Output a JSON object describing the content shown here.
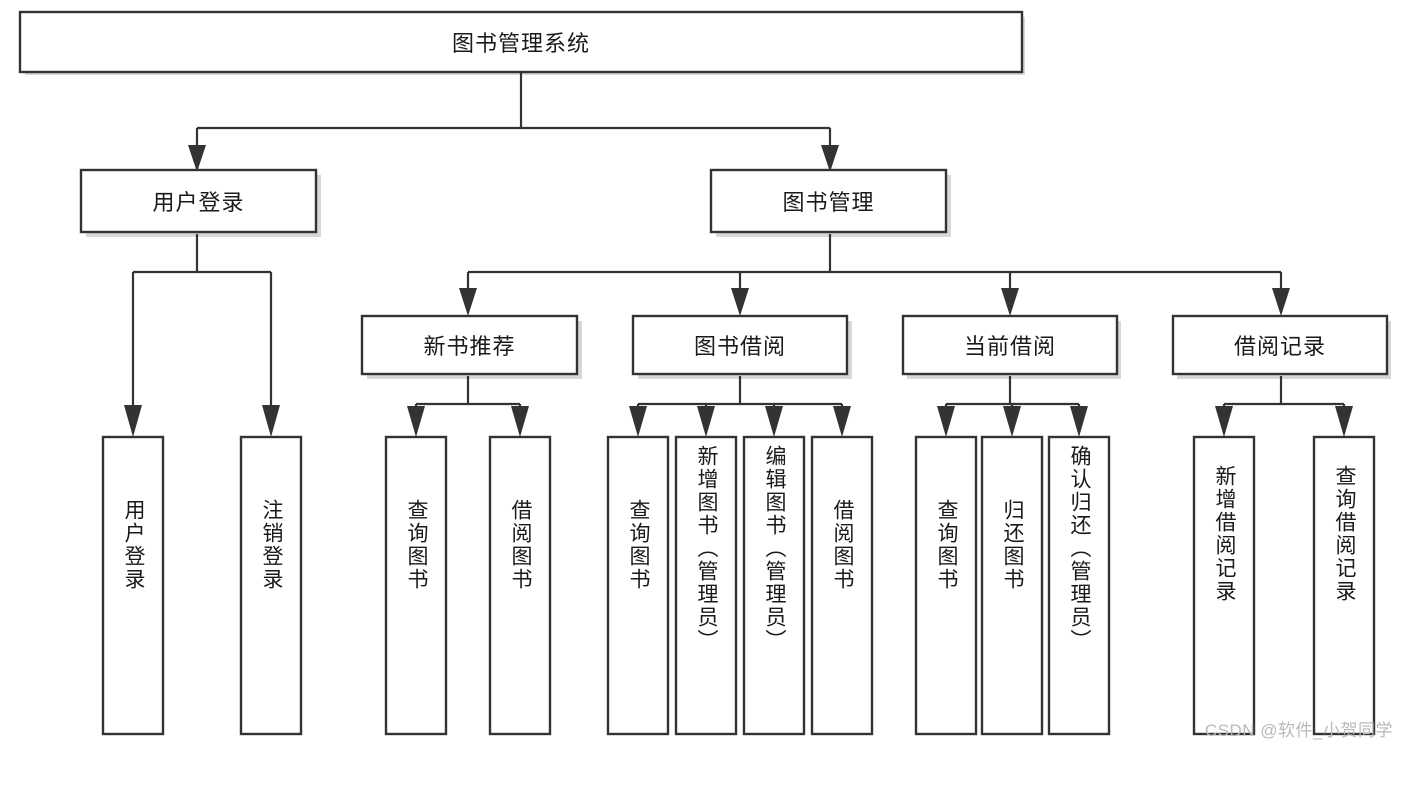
{
  "diagram": {
    "type": "tree-hierarchy",
    "title": "图书管理系统",
    "watermark": "CSDN @软件_小贺同学",
    "colors": {
      "box_fill": "#ffffff",
      "box_stroke": "#333333",
      "text": "#1a1a1a",
      "watermark": "#b9b9b9",
      "background": "#ffffff"
    },
    "root": {
      "label": "图书管理系统",
      "orientation": "horizontal"
    },
    "level1": [
      {
        "label": "用户登录",
        "orientation": "horizontal"
      },
      {
        "label": "图书管理",
        "orientation": "horizontal"
      }
    ],
    "level2": [
      {
        "label": "新书推荐",
        "orientation": "horizontal",
        "parent": "图书管理"
      },
      {
        "label": "图书借阅",
        "orientation": "horizontal",
        "parent": "图书管理"
      },
      {
        "label": "当前借阅",
        "orientation": "horizontal",
        "parent": "图书管理"
      },
      {
        "label": "借阅记录",
        "orientation": "horizontal",
        "parent": "图书管理"
      }
    ],
    "leaves": {
      "user_login": [
        {
          "label": "用户登录",
          "orientation": "vertical"
        },
        {
          "label": "注销登录",
          "orientation": "vertical"
        }
      ],
      "new_book_recommend": [
        {
          "label": "查询图书",
          "orientation": "vertical"
        },
        {
          "label": "借阅图书",
          "orientation": "vertical"
        }
      ],
      "book_borrow": [
        {
          "label": "查询图书",
          "orientation": "vertical"
        },
        {
          "label": "新增图书（管理员）",
          "orientation": "vertical"
        },
        {
          "label": "编辑图书（管理员）",
          "orientation": "vertical"
        },
        {
          "label": "借阅图书",
          "orientation": "vertical"
        }
      ],
      "current_borrow": [
        {
          "label": "查询图书",
          "orientation": "vertical"
        },
        {
          "label": "归还图书",
          "orientation": "vertical"
        },
        {
          "label": "确认归还（管理员）",
          "orientation": "vertical"
        }
      ],
      "borrow_record": [
        {
          "label": "新增借阅记录",
          "orientation": "vertical"
        },
        {
          "label": "查询借阅记录",
          "orientation": "vertical"
        }
      ]
    }
  }
}
